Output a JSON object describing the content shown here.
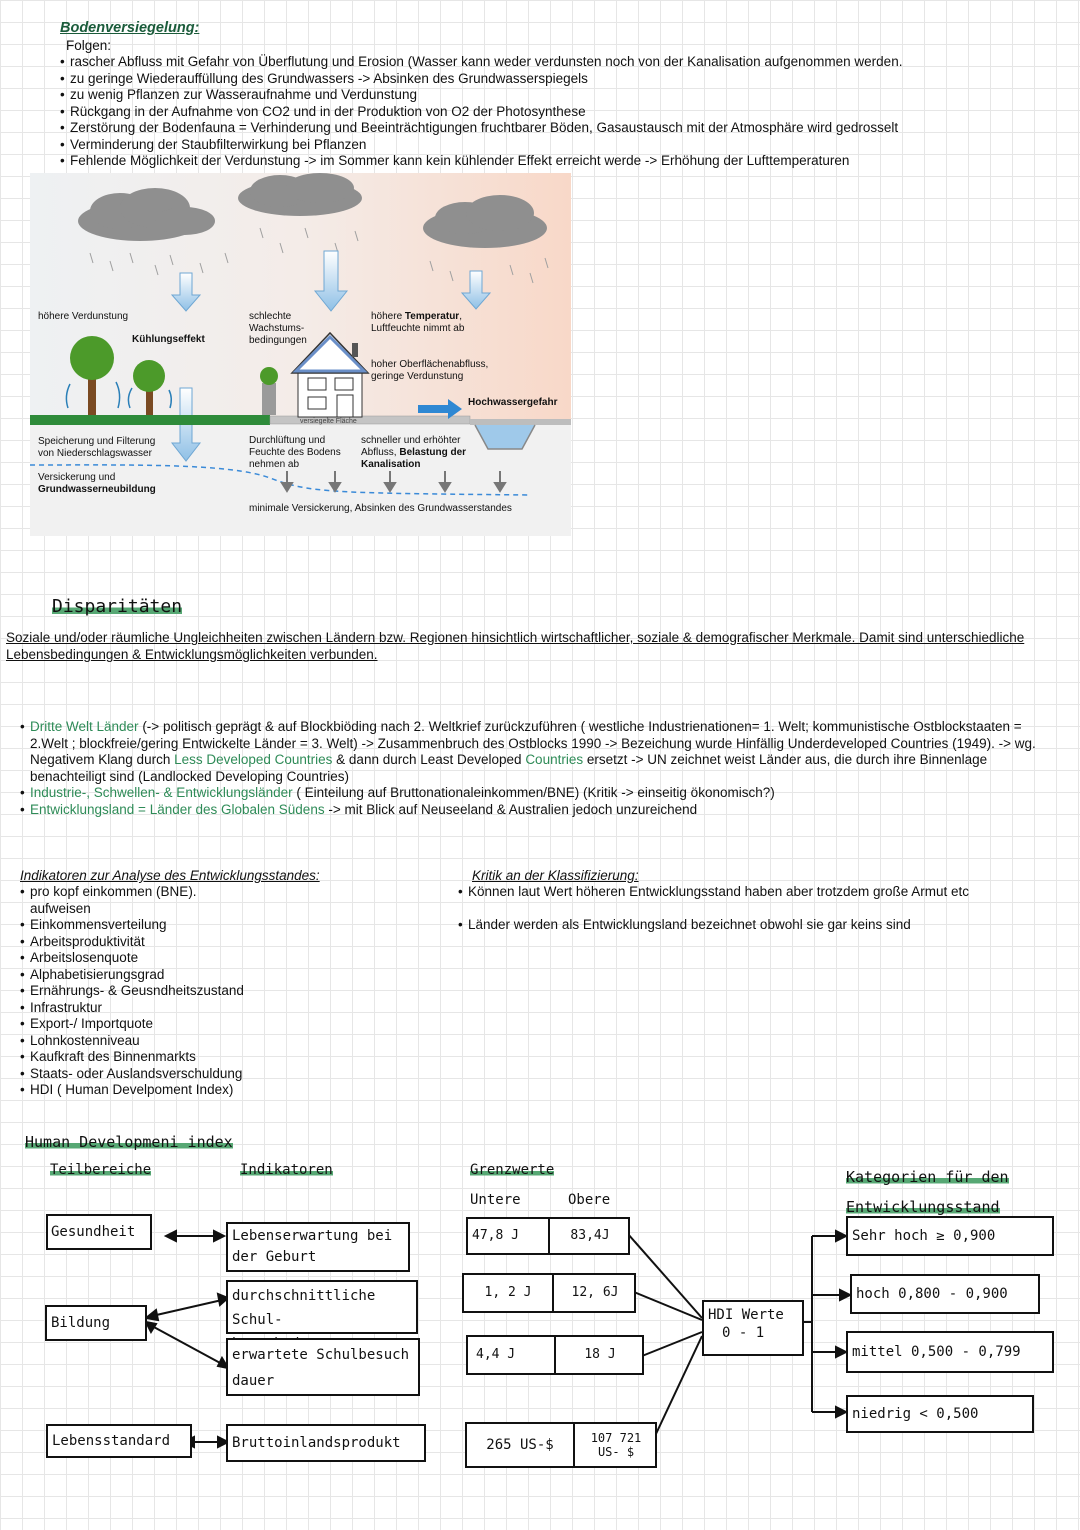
{
  "bodenversiegelung": {
    "title": "Bodenversiegelung:",
    "subtitle": "Folgen:",
    "items": [
      "rascher Abfluss mit Gefahr von Überflutung und Erosion (Wasser kann weder verdunsten noch von der Kanalisation aufgenommen werden.",
      "zu geringe Wiederauffüllung des Grundwassers -> Absinken des Grundwasserspiegels",
      "zu wenig Pflanzen zur Wasseraufnahme und Verdunstung",
      "Rückgang in der Aufnahme von CO2 und in der Produktion von O2 der Photosynthese",
      "Zerstörung der Bodenfauna = Verhinderung und Beeinträchtigungen fruchtbarer Böden, Gasaustausch mit der Atmosphäre wird gedrosselt",
      "Verminderung der Staubfilterwirkung bei Pflanzen",
      "Fehlende  Möglichkeit der Verdunstung -> im Sommer kann kein kühlender Effekt erreicht werde -> Erhöhung der Lufttemperaturen"
    ]
  },
  "diagram": {
    "hoehere_verdunstung": "höhere Verdunstung",
    "kuehlungseffekt": "Kühlungseffekt",
    "schlechte_1": "schlechte",
    "schlechte_2": "Wachstums-",
    "schlechte_3": "bedingungen",
    "temp_1a": "höhere ",
    "temp_1b": "Temperatur",
    "temp_1c": ",",
    "temp_2": "Luftfeuchte nimmt ab",
    "oberfl_1": "hoher Oberflächenabfluss,",
    "oberfl_2": "geringe Verdunstung",
    "hochwasser": "Hochwassergefahr",
    "versiegelt": "versiegelte Fläche",
    "speicher_1": "Speicherung und Filterung",
    "speicher_2": "von Niederschlagswasser",
    "versick_1": "Versickerung und",
    "versick_2": "Grundwasserneubildung",
    "durchl_1": "Durchlüftung und",
    "durchl_2": "Feuchte des Bodens",
    "durchl_3": "nehmen ab",
    "schnell_1": "schneller und erhöhter",
    "schnell_2a": "Abfluss, ",
    "schnell_2b": "Belastung der",
    "schnell_3": "Kanalisation",
    "minimal": "minimale Versickerung, Absinken des Grundwasserstandes"
  },
  "disparitaeten": {
    "heading": "Disparitäten",
    "definition": "Soziale und/oder räumliche Ungleichheiten zwischen Ländern bzw. Regionen hinsichtlich wirtschaftlicher, soziale & demografischer Merkmale. Damit sind unterschiedliche Lebensbedingungen & Entwicklungsmöglichkeiten verbunden.",
    "b1_green": "Dritte Welt Länder",
    "b1_text": " (-> politisch geprägt & auf Blockbiöding nach 2. Weltkrief zurückzuführen ( westliche Industrienationen= 1. Welt; kommunistische Ostblockstaaten = 2.Welt ; blockfreie/gering Entwickelte Länder = 3. Welt) -> Zusammenbruch des Ostblocks 1990 -> Bezeichung wurde Hinfällig Underdeveloped Countries (1949). -> wg. Negativem Klang durch ",
    "b1_green2": "Less Developed Countries",
    "b1_text2": " & dann durch Least Developed ",
    "b1_green3": "Countries",
    "b1_text3": " ersetzt -> UN zeichnet weist Länder aus, die durch ihre Binnenlage benachteiligt sind (Landlocked Developing Countries)",
    "b2_green": "Industrie-, Schwellen- & Entwicklungsländer",
    "b2_text": " ( Einteilung auf Bruttonationaleinkommen/BNE) (Kritik -> einseitig ökonomisch?)",
    "b3_green": "Entwicklungsland = Länder des Globalen Südens",
    "b3_text": "  -> mit Blick auf Neuseeland & Australien jedoch unzureichend"
  },
  "indikatoren": {
    "title": "Indikatoren zur Analyse des Entwicklungsstandes:",
    "first": "pro kopf einkommen (BNE).",
    "first_cont": "aufweisen",
    "items": [
      " Einkommensverteilung",
      "Arbeitsproduktivität",
      "Arbeitslosenquote",
      "Alphabetisierungsgrad",
      "Ernährungs- & Geusndheitszustand",
      "Infrastruktur",
      "Export-/ Importquote",
      "Lohnkostenniveau",
      "Kaufkraft des Binnenmarkts",
      "Staats- oder Auslandsverschuldung",
      "HDI ( Human Develpoment Index)"
    ]
  },
  "kritik": {
    "title": "Kritik an der Klassifizierung:",
    "items": [
      "Können laut Wert höheren Entwicklungsstand haben aber trotzdem große Armut etc",
      "Länder werden als Entwicklungsland bezeichnet obwohl sie gar keins sind"
    ]
  },
  "hdi": {
    "title": "Human Developmeni index",
    "col_teil": "Teilbereiche",
    "col_ind": "Indikatoren",
    "col_grenz": "Grenzwerte",
    "untere": "Untere",
    "obere": "Obere",
    "col_kat_1": "Kategorien  für  den",
    "col_kat_2": "Entwicklungsstand",
    "gesundheit": "Gesundheit",
    "bildung": "Bildung",
    "lebensstandard": "Lebensstandard",
    "ind1_a": "Lebenserwartung  bei",
    "ind1_b": "der  Geburt",
    "ind2_a": "durchschnittliche  Schul-",
    "ind2_b": "besuch  dauer",
    "ind3_a": "erwartete  Schulbesuch",
    "ind3_b": "dauer",
    "ind4": "Bruttoinlandsprodukt",
    "g1_u": "47,8 J",
    "g1_o": "83,4J",
    "g2_u": "1, 2 J",
    "g2_o": "12, 6J",
    "g3_u": "4,4 J",
    "g3_o": "18 J",
    "g4_u": "265  US-$",
    "g4_o_1": "107  721",
    "g4_o_2": "US- $",
    "hdi_1": "HDI Werte",
    "hdi_2": "0 - 1",
    "kat1": "Sehr  hoch     ≥ 0,900",
    "kat2": "hoch   0,800 - 0,900",
    "kat3": "mittel  0,500 - 0,799",
    "kat4": "niedrig   < 0,500"
  }
}
